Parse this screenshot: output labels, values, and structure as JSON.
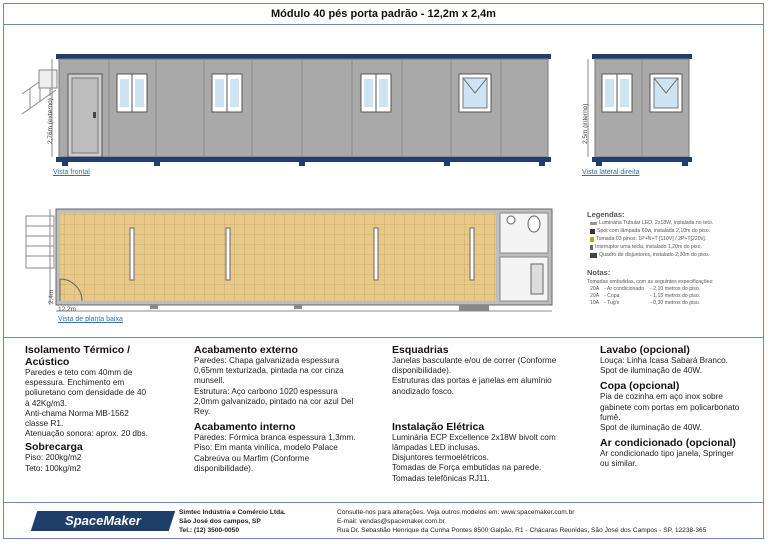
{
  "title": "Módulo 40 pés porta padrão - 12,2m x 2,4m",
  "drawing": {
    "front_view_label": "Vista frontal",
    "side_view_label": "Vista lateral direita",
    "plan_view_label": "Vista de planta baixa",
    "front_height_dim": "2,76m (externo)",
    "side_height_dim": "2,5m (interno)",
    "plan_width_dim": "2,4m",
    "plan_length_dim": "12,2m"
  },
  "legend": {
    "title": "Legendas:",
    "items": [
      {
        "icon": "led-luminaire-icon",
        "text": "Luminária Tubular LED, 2x18W, instalada no teto."
      },
      {
        "icon": "spot-lamp-icon",
        "text": "Spot com lâmpada 60w, instalada 2,10m do piso."
      },
      {
        "icon": "socket-icon",
        "text": "Tomada 03 pinos: 1P+N+T [110V] / 2P+T[220v]."
      },
      {
        "icon": "switch-icon",
        "text": "Interruptor uma tecla, instalado 1,20m do piso."
      },
      {
        "icon": "breaker-panel-icon",
        "text": "Quadro de disjuntores, instalado 2,30m do piso."
      }
    ]
  },
  "notes": {
    "title": "Notas:",
    "intro": "Tomadas embutidas, com as seguintes especificações:",
    "rows": [
      {
        "amp": "20A",
        "use": "- Ar condicionado",
        "height": "- 2,10 metros do piso."
      },
      {
        "amp": "20A",
        "use": "- Copa",
        "height": "- 1,15 metros do piso."
      },
      {
        "amp": "10A",
        "use": "- Tug's",
        "height": "- 0,30 metros do piso."
      }
    ]
  },
  "specs": {
    "isolamento": {
      "title": "Isolamento Térmico / Acústico",
      "lines": [
        "Paredes e teto com 40mm de",
        "espessura. Enchimento em",
        "poliuretano com densidade de 40",
        "à 42Kg/m3.",
        "Anti-chama Norma MB-1562",
        "classe R1.",
        "Atenuação sonora: aprox. 20 dbs."
      ]
    },
    "sobrecarga": {
      "title": "Sobrecarga",
      "lines": [
        "Piso: 200kg/m2",
        "Teto: 100kg/m2"
      ]
    },
    "acab_externo": {
      "title": "Acabamento externo",
      "lines": [
        "Paredes: Chapa galvanizada espessura",
        "0,65mm texturizada, pintada na cor cinza",
        "munsell.",
        "Estrutura: Aço carbono 1020 espessura",
        "2,0mm galvanizado, pintado na cor azul Del",
        "Rey."
      ]
    },
    "acab_interno": {
      "title": "Acabamento interno",
      "lines": [
        "Paredes: Fórmica branca espessura 1,3mm.",
        "Piso: Em manta vinílica, modelo Palace",
        "Cabreúva ou Marfim (Conforme",
        "disponibilidade)."
      ]
    },
    "esquadrias": {
      "title": "Esquadrias",
      "lines": [
        "Janelas basculante e/ou de correr (Conforme",
        "disponibilidade).",
        "Estruturas das portas e janelas em alumínio",
        "anodizado fosco."
      ]
    },
    "instalacao": {
      "title": "Instalação Elétrica",
      "lines": [
        "Luminária ECP Excellence 2x18W bivolt com",
        "lâmpadas LED inclusas.",
        "Disjuntores termoelétricos.",
        "Tomadas de Força embutidas na parede.",
        "Tomadas telefônicas RJ11."
      ]
    },
    "lavabo": {
      "title": "Lavabo (opcional)",
      "lines": [
        "Louça: Linha Icasa Sabará Branco.",
        "Spot de iluminação de 40W."
      ]
    },
    "copa": {
      "title": "Copa (opcional)",
      "lines": [
        "Pia de cozinha em aço inox sobre",
        "gabinete com portas em policarbonato",
        "fumê.",
        "Spot de iluminação de 40W."
      ]
    },
    "ar": {
      "title": "Ar condicionado (opcional)",
      "lines": [
        "Ar condicionado tipo janela, Springer",
        "ou similar."
      ]
    }
  },
  "footer": {
    "logo": "SpaceMaker",
    "company": [
      "Simtec Indústria e Comércio Ltda.",
      "São José dos campos, SP",
      "Tel.: (12) 3500-0050"
    ],
    "contact": [
      "Consulte-nos para alterações. Veja outros modelos em: www.spacemaker.com.br",
      "E-mail: vendas@spacemaker.com.br",
      "Rua Dr. Sebastião Henrique da Cunha Pontes 8500 Galpão, R1 - Chácaras Reunidas, São José dos Campos - SP, 12238-365"
    ]
  },
  "colors": {
    "navy": "#1f3f6a",
    "wall": "#a9a9a9",
    "floor": "#e8c98a",
    "label_blue": "#3a6ea5"
  }
}
